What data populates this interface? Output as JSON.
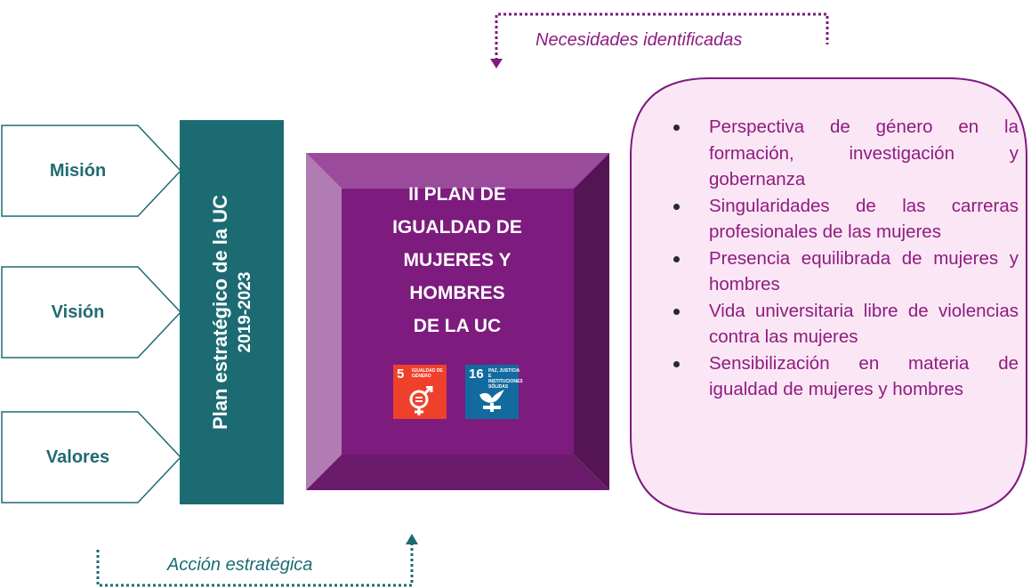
{
  "chevrons": [
    {
      "label": "Misión"
    },
    {
      "label": "Visión"
    },
    {
      "label": "Valores"
    }
  ],
  "plan_bar": {
    "line1": "Plan estratégico de la UC",
    "line2": "2019-2023"
  },
  "center": {
    "title_lines": [
      "II PLAN DE",
      "IGUALDAD DE",
      "MUJERES Y",
      "HOMBRES",
      "DE LA UC"
    ]
  },
  "sdg_icons": [
    {
      "number": "5",
      "text": "IGUALDAD DE GÉNERO",
      "icon": "gender-equality-icon",
      "color": "#ef402b"
    },
    {
      "number": "16",
      "text": "PAZ, JUSTICIA E INSTITUCIONES SÓLIDAS",
      "icon": "peace-dove-icon",
      "color": "#136a9f"
    }
  ],
  "needs": {
    "items": [
      "Perspectiva de género en la formación, investigación y gobernanza",
      "Singularidades de las carreras profesionales de las mujeres",
      "Presencia equilibrada de mujeres y hombres",
      "Vida universitaria libre de violencias contra las mujeres",
      "Sensibilización en materia de igualdad de mujeres y hombres"
    ]
  },
  "labels": {
    "needs_identified": "Necesidades identificadas",
    "strategic_action": "Acción estratégica"
  },
  "colors": {
    "teal": "#1c6b73",
    "purple": "#7d1b7e",
    "magenta_text": "#8e1c80",
    "pink_fill": "#fbe6f5"
  }
}
